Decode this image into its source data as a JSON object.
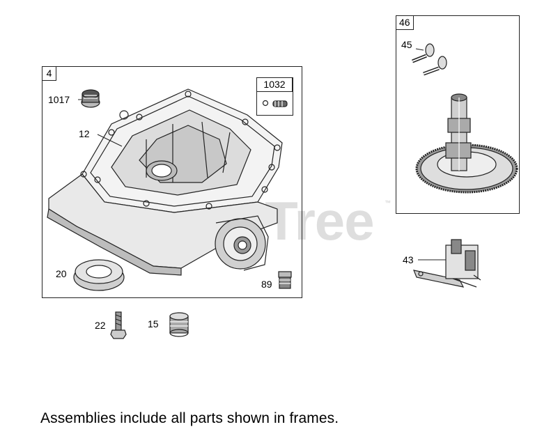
{
  "frames": {
    "main": "4",
    "cam": "46",
    "kit": "1032"
  },
  "callouts": {
    "p1017": "1017",
    "p12": "12",
    "p20": "20",
    "p89": "89",
    "p22": "22",
    "p15": "15",
    "p45": "45",
    "p43": "43"
  },
  "watermark": {
    "text": "PartsTree",
    "tm": "™"
  },
  "caption": "Assemblies include all parts shown in frames."
}
